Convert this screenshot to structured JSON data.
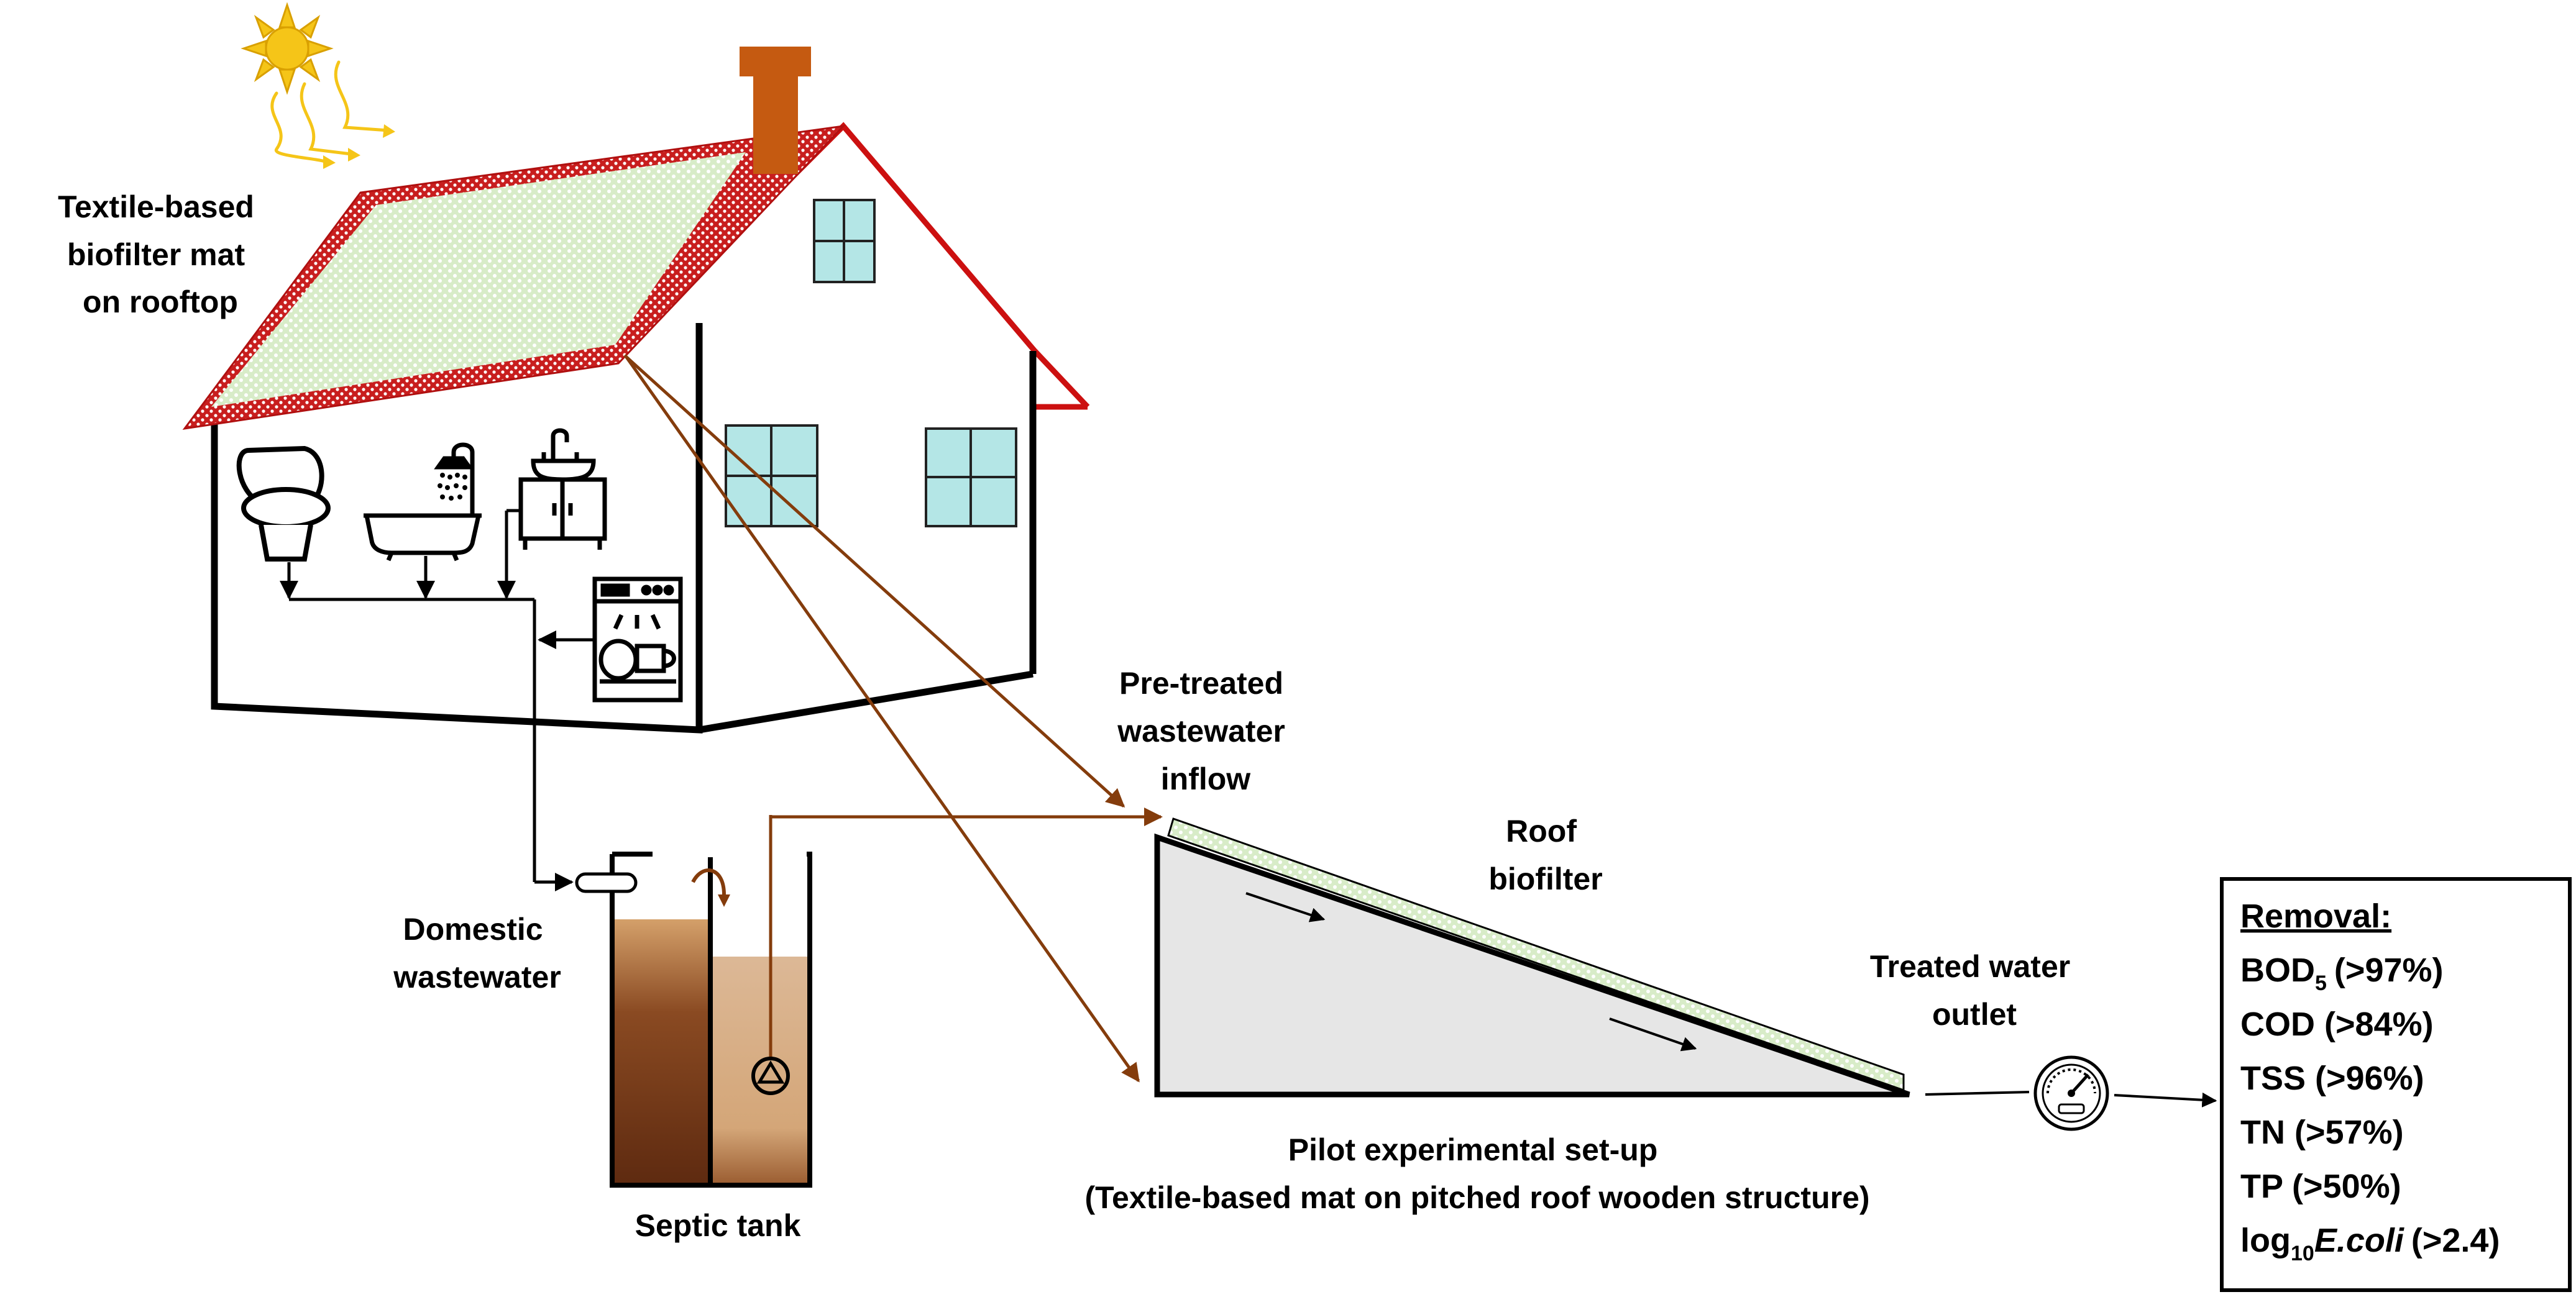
{
  "labels": {
    "rooftop_mat": [
      "Textile-based",
      "biofilter mat",
      "on rooftop"
    ],
    "domestic_wastewater": [
      "Domestic",
      "wastewater"
    ],
    "septic_tank": "Septic tank",
    "pretreated_inflow": [
      "Pre-treated",
      "wastewater",
      "inflow"
    ],
    "roof_biofilter": [
      "Roof",
      "biofilter"
    ],
    "treated_outlet": [
      "Treated water",
      "outlet"
    ],
    "pilot_setup": [
      "Pilot experimental set-up",
      "(Textile-based mat on pitched roof wooden structure)"
    ]
  },
  "removal": {
    "title": "Removal:",
    "bod": {
      "name": "BOD",
      "sub": "5",
      "value": "(>97%)"
    },
    "cod": "COD (>84%)",
    "tss": "TSS (>96%)",
    "tn": "TN (>57%)",
    "tp": "TP (>50%)",
    "ecoli": {
      "prefix": "log",
      "sub": "10",
      "name": "E.coli",
      "value": "(>2.4)"
    }
  },
  "icons": [
    "sun-icon",
    "toilet-icon",
    "bathtub-shower-icon",
    "sink-cabinet-icon",
    "dishwasher-icon",
    "pump-icon",
    "flow-meter-icon"
  ],
  "colors": {
    "roof_tile": "#c81e1e",
    "roof_edge": "#cc1010",
    "chimney": "#c55a11",
    "mat": "#d8ecc8",
    "window": "#b4e6e6",
    "sun": "#f5c518",
    "flow_brown": "#843c0c",
    "tank_dark": "#6b3214",
    "tank_light": "#d4aa84",
    "biofilter_body": "#e6e6e6"
  }
}
